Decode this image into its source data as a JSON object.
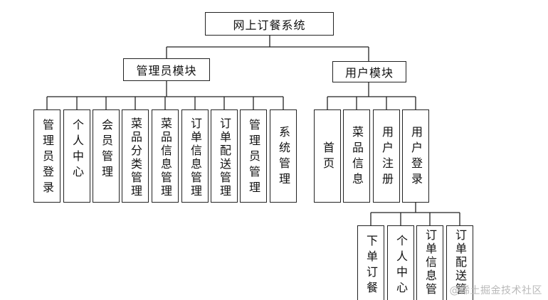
{
  "diagram": {
    "root": "网上订餐系统",
    "admin_module": {
      "title": "管理员模块",
      "items": [
        "管理员登录",
        "个人中心",
        "会员管理",
        "菜品分类管理",
        "菜品信息管理",
        "订单信息管理",
        "订单配送管理",
        "管理员管理",
        "系统管理"
      ]
    },
    "user_module": {
      "title": "用户模块",
      "items": [
        "首页",
        "菜品信息",
        "用户注册",
        "用户登录"
      ]
    },
    "user_login_sub": {
      "items": [
        "下单订餐",
        "个人中心",
        "订单信息管",
        "订单配送管"
      ]
    }
  },
  "watermark": "@稀土掘金技术社区"
}
